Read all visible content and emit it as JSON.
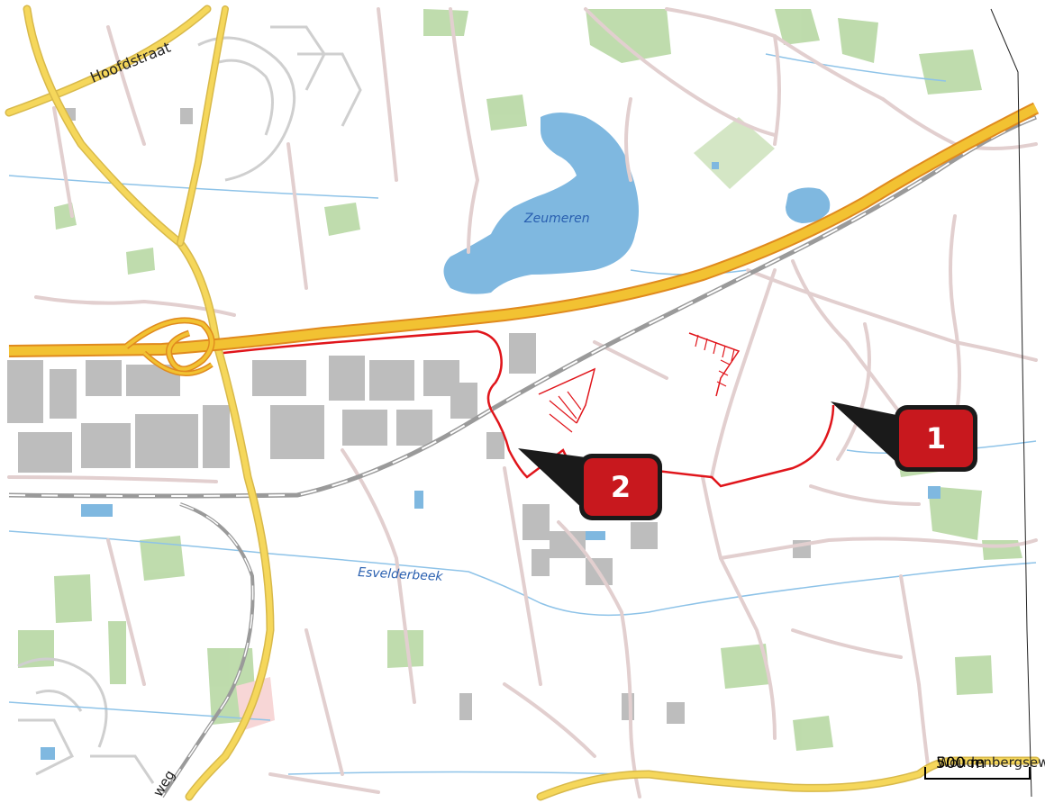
{
  "map": {
    "labels": {
      "hoofdstraat": "Hoofdstraat",
      "zeumeren": "Zeumeren",
      "esvelderbeek": "Esvelderbeek",
      "woudenbergseweg_fragment": "Woudenbergseweg",
      "road_fragment_bottom_left": "weg"
    },
    "markers": [
      {
        "number": "1"
      },
      {
        "number": "2"
      }
    ],
    "scale_bar": {
      "text": "500 m"
    },
    "colors": {
      "background": "#ffffff",
      "motorway": "#f2c232",
      "motorway_casing": "#e08a1e",
      "primary_road": "#f5d75b",
      "minor_road": "#e2cfcf",
      "railway": "#9a9a9a",
      "water": "#7fb8e0",
      "waterway": "#8ec3e8",
      "vegetation": "#b8d8a4",
      "buildings": "#bdbdbd",
      "boundary": "#e0151b",
      "marker": "#c8181e"
    }
  }
}
